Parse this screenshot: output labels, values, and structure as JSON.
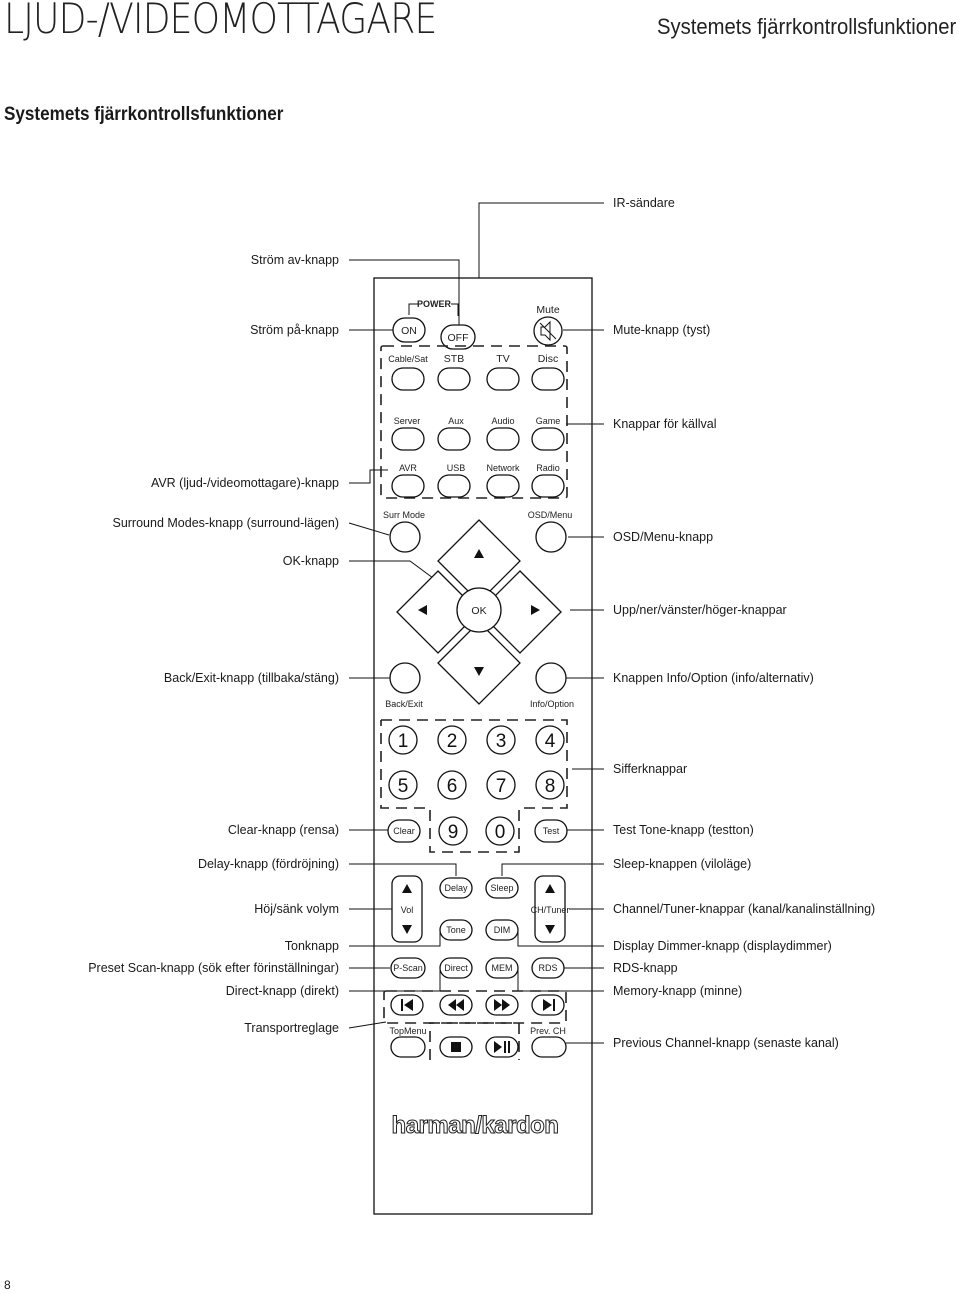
{
  "header": {
    "chapter": "LJUD-/VIDEOMOTTAGARE",
    "section": "Systemets fjärrkontrollsfunktioner"
  },
  "page_title": "Systemets fjärrkontrollsfunktioner",
  "page_number": "8",
  "callouts_left": {
    "power_off": "Ström av-knapp",
    "power_on": "Ström på-knapp",
    "avr": "AVR (ljud-/videomottagare)-knapp",
    "surround": "Surround Modes-knapp (surround-lägen)",
    "ok": "OK-knapp",
    "back": "Back/Exit-knapp (tillbaka/stäng)",
    "clear": "Clear-knapp (rensa)",
    "delay": "Delay-knapp (fördröjning)",
    "volume": "Höj/sänk volym",
    "tone": "Tonknapp",
    "preset_scan": "Preset Scan-knapp (sök efter förinställningar)",
    "direct": "Direct-knapp (direkt)",
    "transport": "Transportreglage"
  },
  "callouts_right": {
    "ir": "IR-sändare",
    "mute": "Mute-knapp (tyst)",
    "sources": "Knappar för källval",
    "osd": "OSD/Menu-knapp",
    "arrows": "Upp/ner/vänster/höger-knappar",
    "info": "Knappen Info/Option (info/alternativ)",
    "numbers": "Sifferknappar",
    "test": "Test Tone-knapp (testton)",
    "sleep": "Sleep-knappen (viloläge)",
    "channel": "Channel/Tuner-knappar (kanal/kanalinställning)",
    "dimmer": "Display Dimmer-knapp (displaydimmer)",
    "rds": "RDS-knapp",
    "memory": "Memory-knapp (minne)",
    "prev_channel": "Previous Channel-knapp (senaste kanal)"
  },
  "remote": {
    "power_label": "POWER",
    "on": "ON",
    "off": "OFF",
    "mute": "Mute",
    "sources_row1": [
      "Cable/Sat",
      "STB",
      "TV",
      "Disc"
    ],
    "sources_row2": [
      "Server",
      "Aux",
      "Audio",
      "Game"
    ],
    "sources_row3": [
      "AVR",
      "USB",
      "Network",
      "Radio"
    ],
    "surr_mode": "Surr Mode",
    "osd_menu": "OSD/Menu",
    "ok": "OK",
    "back_exit": "Back/Exit",
    "info_option": "Info/Option",
    "digits": [
      "1",
      "2",
      "3",
      "4",
      "5",
      "6",
      "7",
      "8"
    ],
    "clear": "Clear",
    "nine": "9",
    "zero": "0",
    "test": "Test",
    "delay": "Delay",
    "sleep": "Sleep",
    "vol": "Vol",
    "ch_tuner": "CH/Tuner",
    "tone": "Tone",
    "dim": "DIM",
    "p_scan": "P-Scan",
    "direct": "Direct",
    "mem": "MEM",
    "rds": "RDS",
    "top_menu": "TopMenu",
    "prev_ch": "Prev. CH",
    "brand": "harman/kardon"
  }
}
